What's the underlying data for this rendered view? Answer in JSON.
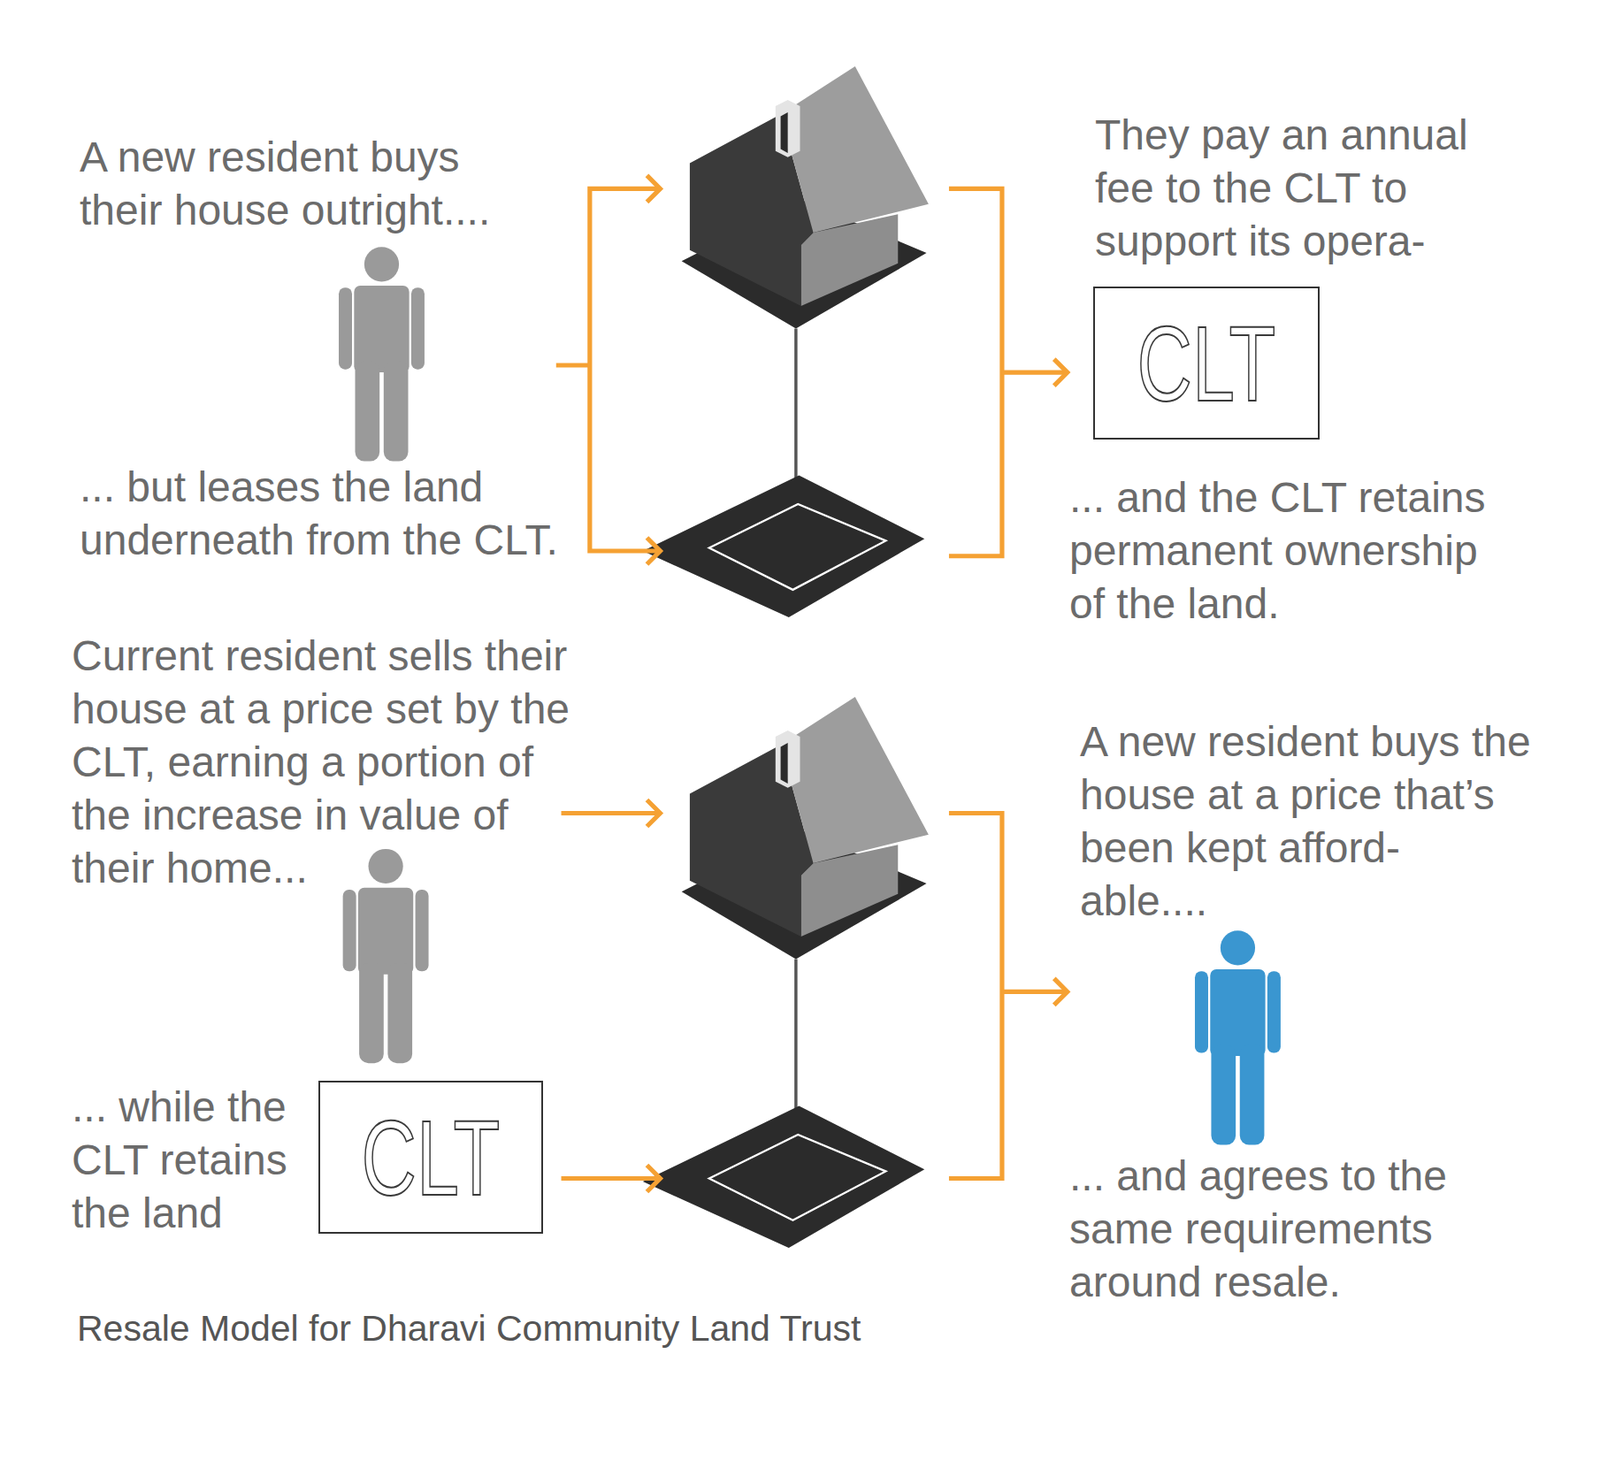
{
  "diagram": {
    "caption": "Resale Model for Dharavi Community Land Trust",
    "nodes": [
      {
        "text": [
          "CLT"
        ]
      },
      {
        "text": [
          "CLT"
        ]
      }
    ],
    "labels": [
      "A new resident buys their house outright....",
      "They pay an annual fee to the CLT to support its opera-",
      "... but leases the land underneath from the CLT.",
      "... and the CLT retains permanent ownership of the land.",
      "Current resident sells their house at a price set by the CLT, earning a portion of the increase in value of their home...",
      "A new resident buys the house at a price that’s been kept afford- able....",
      "... while the CLT retains the land",
      "... and agrees to the same requirements around resale."
    ]
  }
}
